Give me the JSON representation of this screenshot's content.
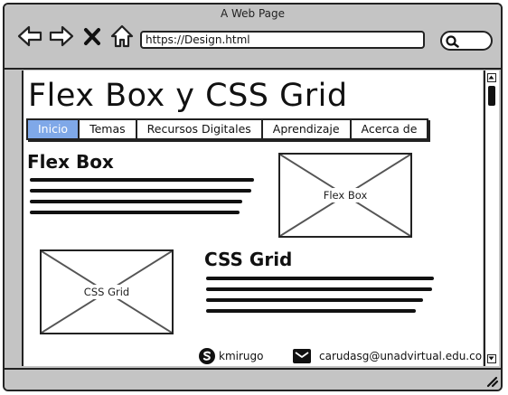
{
  "window": {
    "title": "A Web Page"
  },
  "toolbar": {
    "url": "https://Design.html"
  },
  "page": {
    "title": "Flex Box y CSS Grid"
  },
  "tabs": [
    {
      "label": "Inicio",
      "active": true
    },
    {
      "label": "Temas"
    },
    {
      "label": "Recursos Digitales"
    },
    {
      "label": "Aprendizaje"
    },
    {
      "label": "Acerca de"
    }
  ],
  "flexbox": {
    "heading": "Flex Box",
    "image_label": "Flex Box"
  },
  "cssgrid": {
    "heading": "CSS Grid",
    "image_label": "CSS Grid"
  },
  "footer": {
    "skype_user": "kmirugo",
    "email": "carudasg@unadvirtual.edu.co"
  },
  "colors": {
    "active_tab": "#7fa8e8",
    "chrome": "#c4c4c4"
  }
}
